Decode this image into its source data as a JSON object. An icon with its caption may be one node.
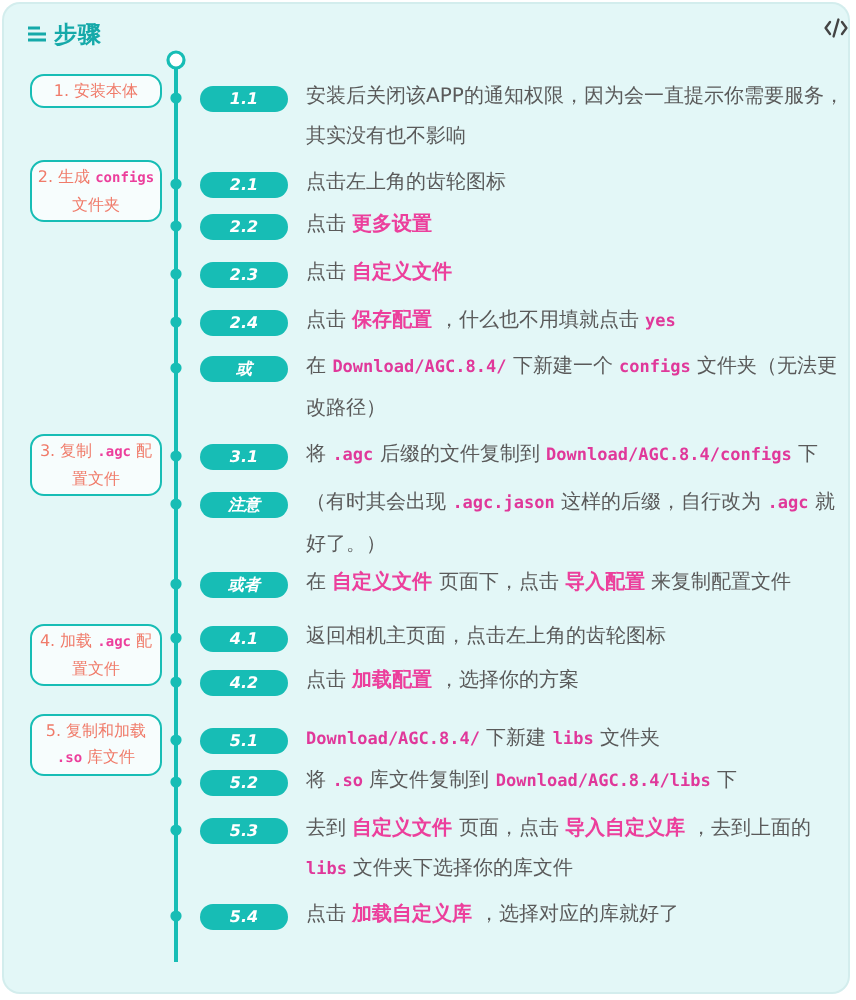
{
  "diagram": {
    "title": "步骤",
    "nodes": [
      {
        "text": [
          "1. 安装本体"
        ]
      },
      {
        "text": [
          "1.1"
        ],
        "beside": [
          "安装后关闭该APP的通知权限，因为会一直提示你需要服务，其实没有也不影响"
        ]
      },
      {
        "text": [
          "2. 生成 **configs** 文件夹"
        ]
      },
      {
        "text": [
          "2.1"
        ],
        "beside": [
          "点击左上角的齿轮图标"
        ]
      },
      {
        "text": [
          "2.2"
        ],
        "beside": [
          "点击 **更多设置**"
        ]
      },
      {
        "text": [
          "2.3"
        ],
        "beside": [
          "点击 **自定义文件**"
        ]
      },
      {
        "text": [
          "2.4"
        ],
        "beside": [
          "点击 **保存配置** ，什么也不用填就点击 **yes**"
        ]
      },
      {
        "text": [
          "或"
        ],
        "beside": [
          "在 **Download/AGC.8.4/** 下新建一个 **configs** 文件夹（无法更改路径）"
        ]
      },
      {
        "text": [
          "3. 复制 **.agc** 配置文件"
        ]
      },
      {
        "text": [
          "3.1"
        ],
        "beside": [
          "将 **.agc** 后缀的文件复制到 **Download/AGC.8.4/configs** 下"
        ]
      },
      {
        "text": [
          "注意"
        ],
        "beside": [
          "（有时其会出现 **.agc.jason** 这样的后缀，自行改为 **.agc** 就好了。）"
        ]
      },
      {
        "text": [
          "或者"
        ],
        "beside": [
          "在 **自定义文件** 页面下，点击 **导入配置** 来复制配置文件"
        ]
      },
      {
        "text": [
          "4. 加载 **.agc** 配置文件"
        ]
      },
      {
        "text": [
          "4.1"
        ],
        "beside": [
          "返回相机主页面，点击左上角的齿轮图标"
        ]
      },
      {
        "text": [
          "4.2"
        ],
        "beside": [
          "点击 **加载配置** ，选择你的方案"
        ]
      },
      {
        "text": [
          "5. 复制和加载 **.so** 库文件"
        ]
      },
      {
        "text": [
          "5.1"
        ],
        "beside": [
          "**Download/AGC.8.4/** 下新建 **libs** 文件夹"
        ]
      },
      {
        "text": [
          "5.2"
        ],
        "beside": [
          "将 **.so** 库文件复制到 **Download/AGC.8.4/libs** 下"
        ]
      },
      {
        "text": [
          "5.3"
        ],
        "beside": [
          "去到 **自定义文件** 页面，点击 **导入自定义库** ，去到上面的 **libs** 文件夹下选择你的库文件"
        ]
      },
      {
        "text": [
          "5.4"
        ],
        "beside": [
          "点击 **加载自定义库** ，选择对应的库就好了"
        ]
      }
    ]
  }
}
